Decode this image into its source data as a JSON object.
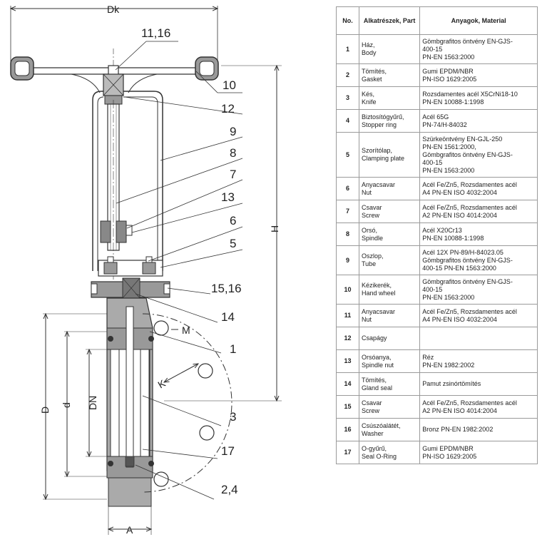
{
  "drawing": {
    "callouts": [
      "11,16",
      "10",
      "12",
      "9",
      "8",
      "7",
      "13",
      "6",
      "5",
      "15,16",
      "14",
      "1",
      "3",
      "17",
      "2,4"
    ],
    "dimensions": {
      "dk": "Dk",
      "h": "H",
      "d_outer": "D",
      "d_inner": "d",
      "dn": "DN",
      "a": "A",
      "m": "M",
      "k": "K"
    }
  },
  "table": {
    "headers": [
      "No.",
      "Alkatrészek, Part",
      "Anyagok, Material"
    ],
    "rows": [
      {
        "no": "1",
        "part": [
          "Ház,",
          "Body"
        ],
        "material": [
          "Gömbgrafitos öntvény EN-GJS-",
          "400-15",
          "PN-EN 1563:2000"
        ]
      },
      {
        "no": "2",
        "part": [
          "Tömítés,",
          "Gasket"
        ],
        "material": [
          "Gumi EPDM/NBR",
          "PN-ISO 1629:2005"
        ]
      },
      {
        "no": "3",
        "part": [
          "Kés,",
          "Knife"
        ],
        "material": [
          "Rozsdamentes acél X5CrNi18-10",
          "PN-EN 10088-1:1998"
        ]
      },
      {
        "no": "4",
        "part": [
          "Biztosítógyűrű,",
          "Stopper ring"
        ],
        "material": [
          "Acél 65G",
          "PN-74/H-84032"
        ]
      },
      {
        "no": "5",
        "part": [
          "Szorítólap,",
          "Clamping plate"
        ],
        "material": [
          "Szürkeöntvény EN-GJL-250",
          "PN-EN 1561:2000,",
          "Gömbgrafitos öntvény EN-GJS-",
          "400-15",
          "PN-EN 1563:2000"
        ]
      },
      {
        "no": "6",
        "part": [
          "Anyacsavar",
          "Nut"
        ],
        "material": [
          "Acél Fe/Zn5, Rozsdamentes acél",
          "A4          PN-EN ISO 4032:2004"
        ]
      },
      {
        "no": "7",
        "part": [
          "Csavar",
          "Screw"
        ],
        "material": [
          "Acél Fe/Zn5, Rozsdamentes acél",
          "A2          PN-EN ISO 4014:2004"
        ]
      },
      {
        "no": "8",
        "part": [
          "Orsó,",
          "Spindle"
        ],
        "material": [
          "Acél X20Cr13",
          "PN-EN 10088-1:1998"
        ]
      },
      {
        "no": "9",
        "part": [
          "Oszlop,",
          "Tube"
        ],
        "material": [
          "Acél 12X    PN-89/H-84023.05",
          "Gömbgrafitos öntvény EN-GJS-",
          "400-15          PN-EN 1563:2000"
        ]
      },
      {
        "no": "10",
        "part": [
          "Kézikerék,",
          "Hand wheel"
        ],
        "material": [
          "Gömbgrafitos öntvény EN-GJS-",
          "400-15",
          "PN-EN 1563:2000"
        ]
      },
      {
        "no": "11",
        "part": [
          "Anyacsavar",
          "Nut"
        ],
        "material": [
          "Acél Fe/Zn5, Rozsdamentes acél",
          "A4          PN-EN ISO 4032:2004"
        ]
      },
      {
        "no": "12",
        "part": [
          "Csapágy"
        ],
        "material": []
      },
      {
        "no": "13",
        "part": [
          "Orsóanya,",
          "Spindle nut"
        ],
        "material": [
          "Réz",
          "PN-EN 1982:2002"
        ]
      },
      {
        "no": "14",
        "part": [
          "Tömítés,",
          "Gland seal"
        ],
        "material": [
          "Pamut zsinórtömítés"
        ]
      },
      {
        "no": "15",
        "part": [
          "Csavar",
          "Screw"
        ],
        "material": [
          "Acél Fe/Zn5, Rozsdamentes acél",
          "A2          PN-EN ISO 4014:2004"
        ]
      },
      {
        "no": "16",
        "part": [
          "Csúszóalátét,",
          "Washer"
        ],
        "material": [
          "Bronz  PN-EN 1982:2002"
        ]
      },
      {
        "no": "17",
        "part": [
          "O-gyűrű,",
          "Seal O-Ring"
        ],
        "material": [
          "Gumi EPDM/NBR",
          "PN-ISO 1629:2005"
        ]
      }
    ]
  }
}
